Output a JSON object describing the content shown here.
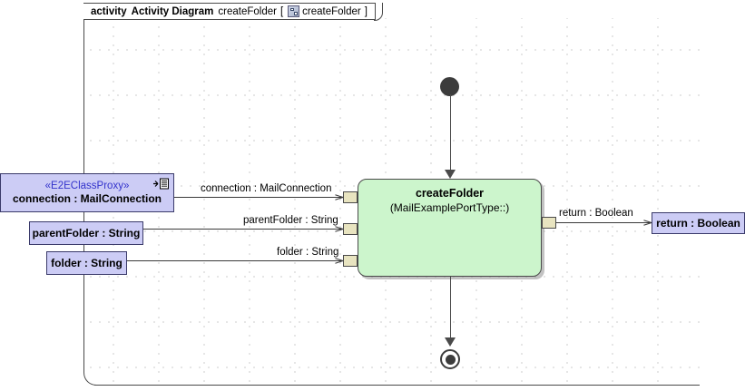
{
  "frame": {
    "keyword": "activity",
    "diagram_type": "Activity Diagram",
    "name": "createFolder",
    "bracket_open": "[",
    "bracket_close": "]",
    "context_name": "createFolder",
    "icon": "activity-diagram-icon"
  },
  "action": {
    "title": "createFolder",
    "subtitle": "(MailExamplePortType::)"
  },
  "inputs": [
    {
      "stereotype": "«E2EClassProxy»",
      "label": "connection : MailConnection",
      "edge_label": "connection : MailConnection",
      "icon": "proxy-import-icon"
    },
    {
      "stereotype": "",
      "label": "parentFolder : String",
      "edge_label": "parentFolder : String"
    },
    {
      "stereotype": "",
      "label": "folder : String",
      "edge_label": "folder : String"
    }
  ],
  "output": {
    "label": "return : Boolean",
    "edge_label": "return : Boolean"
  },
  "nodes": {
    "initial": "initial-node",
    "final": "activity-final-node"
  },
  "colors": {
    "object_node_fill": "#ccccf5",
    "object_node_border": "#3a3a6a",
    "action_fill": "#ccf5cc",
    "action_border": "#4a4a4a",
    "pin_fill": "#e8e4c0",
    "stereotype_text": "#3333cc",
    "grid_dot": "#9a9a9a",
    "control_flow": "#4a4a4a"
  }
}
